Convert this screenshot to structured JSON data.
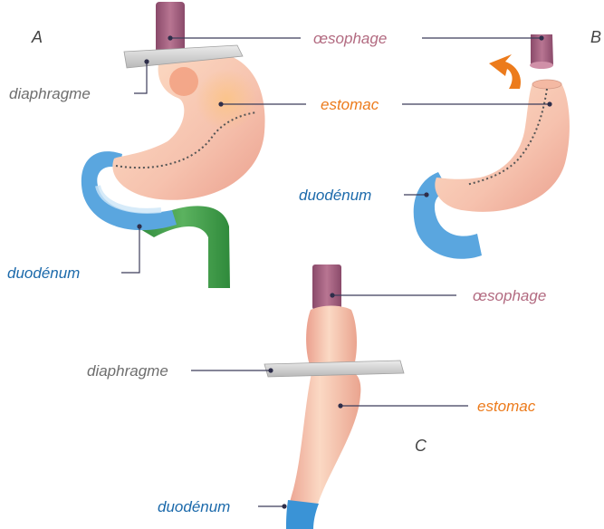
{
  "panels": [
    {
      "letter": "A"
    },
    {
      "letter": "B"
    },
    {
      "letter": "C"
    }
  ],
  "labels": {
    "oesophage": "œsophage",
    "estomac": "estomac",
    "diaphragme": "diaphragme",
    "duodenum": "duodénum"
  },
  "colors": {
    "oesophage": "#b26a80",
    "estomac": "#ec7b1c",
    "diaphragme": "#6e6e6e",
    "duodenum": "#1c6aab",
    "leader": "#3c3c5a"
  }
}
